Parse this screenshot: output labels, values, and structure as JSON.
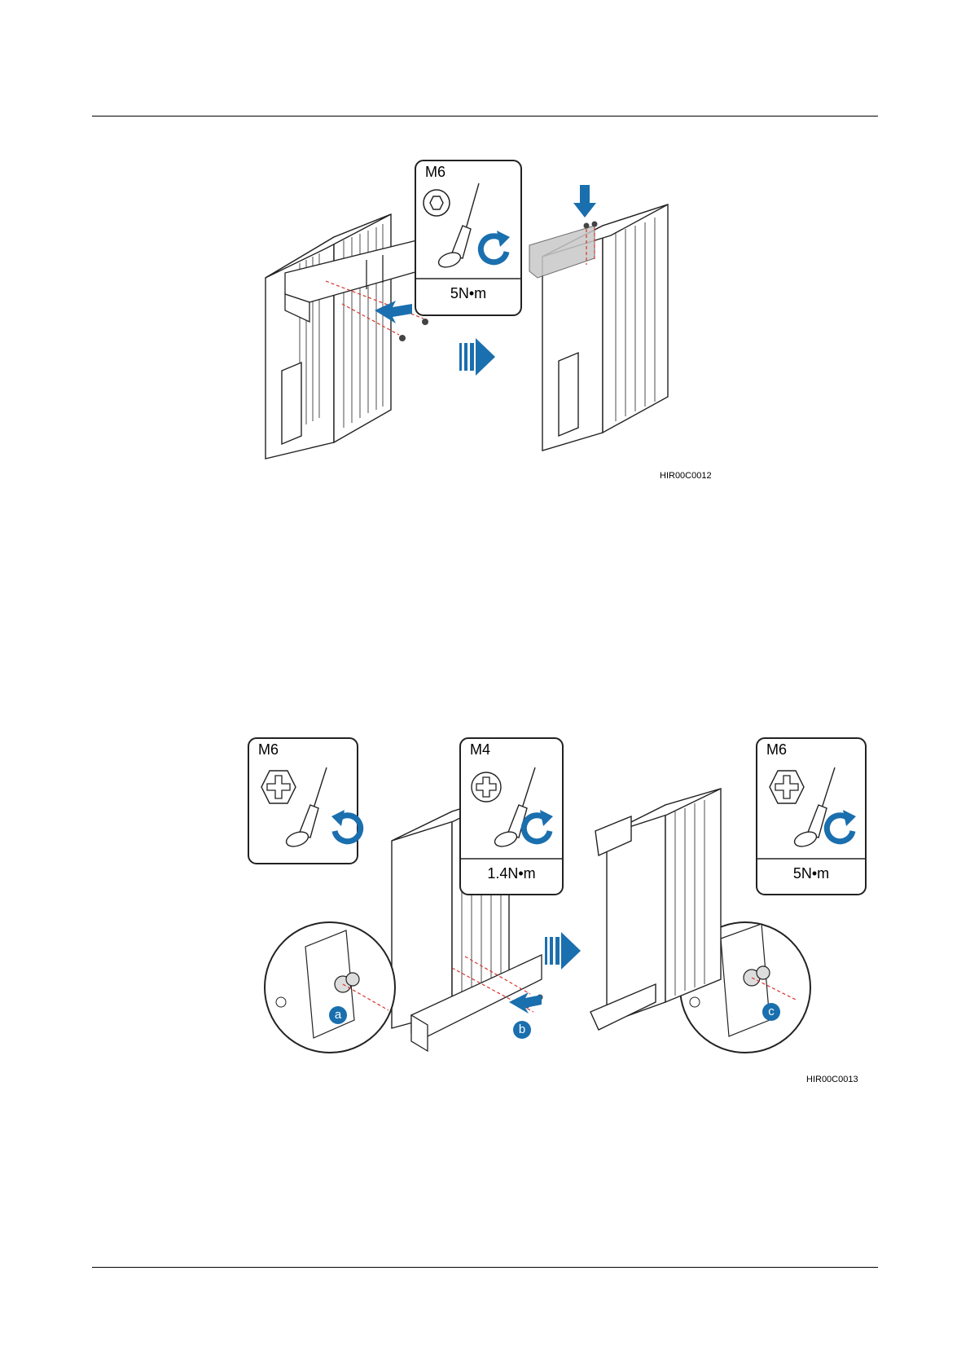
{
  "figure1": {
    "id": "HIR00C0012",
    "tool": {
      "screw_size": "M6",
      "torque": "5N•m"
    }
  },
  "figure2": {
    "id": "HIR00C0013",
    "tools": [
      {
        "screw_size": "M6",
        "torque": ""
      },
      {
        "screw_size": "M4",
        "torque": "1.4N•m"
      },
      {
        "screw_size": "M6",
        "torque": "5N•m"
      }
    ],
    "step_labels": [
      "a",
      "b",
      "c"
    ]
  },
  "colors": {
    "accent": "#1a6fae",
    "guide": "#d9342b",
    "line": "#222222"
  }
}
